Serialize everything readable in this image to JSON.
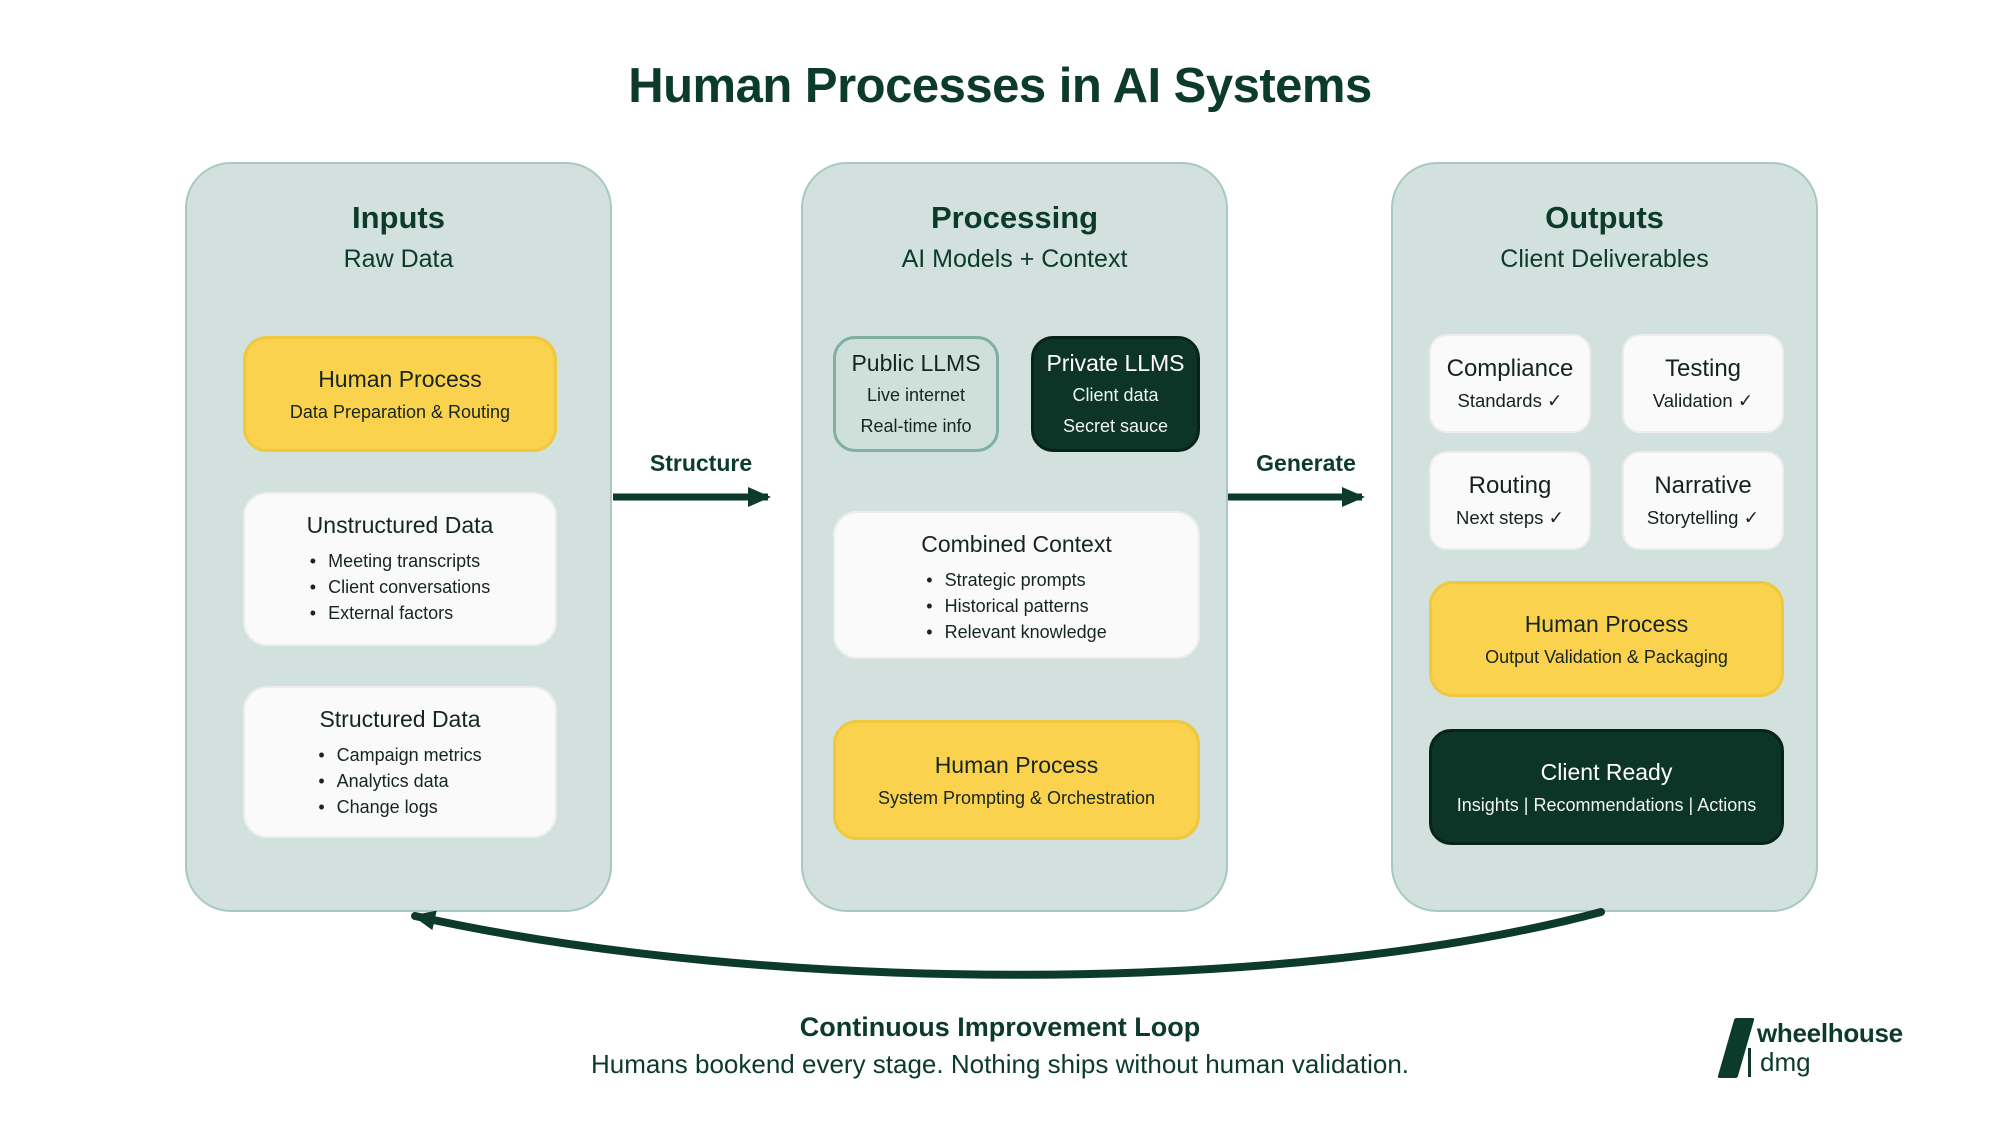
{
  "title": "Human Processes in AI Systems",
  "flow_arrows": {
    "structure_label": "Structure",
    "generate_label": "Generate"
  },
  "columns": {
    "inputs": {
      "title": "Inputs",
      "subtitle": "Raw Data",
      "human_process": {
        "title": "Human Process",
        "subtitle": "Data Preparation & Routing"
      },
      "unstructured_data": {
        "title": "Unstructured Data",
        "items": [
          "Meeting transcripts",
          "Client conversations",
          "External factors"
        ]
      },
      "structured_data": {
        "title": "Structured Data",
        "items": [
          "Campaign metrics",
          "Analytics data",
          "Change logs"
        ]
      }
    },
    "processing": {
      "title": "Processing",
      "subtitle": "AI Models + Context",
      "public_llms": {
        "title": "Public LLMS",
        "line1": "Live internet",
        "line2": "Real-time info"
      },
      "private_llms": {
        "title": "Private LLMS",
        "line1": "Client data",
        "line2": "Secret sauce"
      },
      "combined_context": {
        "title": "Combined Context",
        "items": [
          "Strategic prompts",
          "Historical patterns",
          "Relevant knowledge"
        ]
      },
      "human_process": {
        "title": "Human Process",
        "subtitle": "System Prompting & Orchestration"
      }
    },
    "outputs": {
      "title": "Outputs",
      "subtitle": "Client Deliverables",
      "cards": [
        {
          "title": "Compliance",
          "subtitle": "Standards ✓"
        },
        {
          "title": "Testing",
          "subtitle": "Validation ✓"
        },
        {
          "title": "Routing",
          "subtitle": "Next steps ✓"
        },
        {
          "title": "Narrative",
          "subtitle": "Storytelling ✓"
        }
      ],
      "human_process": {
        "title": "Human Process",
        "subtitle": "Output Validation & Packaging"
      },
      "client_ready": {
        "title": "Client Ready",
        "subtitle": "Insights | Recommendations | Actions"
      }
    }
  },
  "footer": {
    "loop_title": "Continuous Improvement Loop",
    "loop_subtitle": "Humans bookend every stage. Nothing ships without human validation."
  },
  "logo": {
    "brand": "wheelhouse",
    "division": "dmg"
  },
  "colors": {
    "dark_green": "#0C3A2B",
    "panel_fill": "#D2E1DD",
    "panel_border": "#A7C9C1",
    "yellow_fill": "#FBD24E",
    "yellow_border": "#EFC83E",
    "teal_box_border": "#7FAEA3",
    "dark_box_fill": "#0C3527",
    "card_fill": "#FAFAFA"
  }
}
